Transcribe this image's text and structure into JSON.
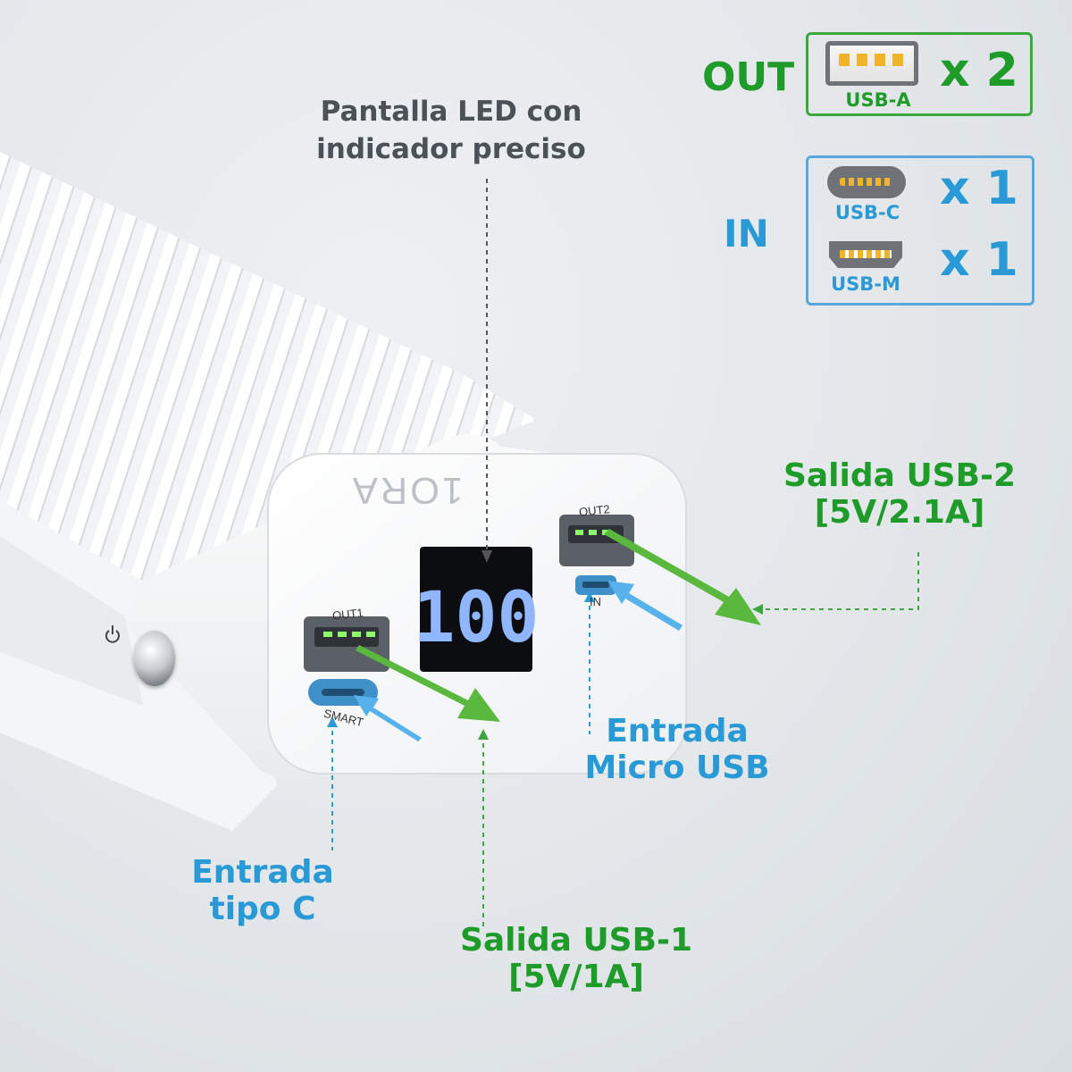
{
  "legend": {
    "out_label": "OUT",
    "out_port": "USB-A",
    "out_count": "x 2",
    "in_label": "IN",
    "in_ports": [
      {
        "name": "USB-C",
        "count": "x 1"
      },
      {
        "name": "USB-M",
        "count": "x 1"
      }
    ]
  },
  "callouts": {
    "display": {
      "line1": "Pantalla LED con",
      "line2": "indicador preciso"
    },
    "usb2": {
      "line1": "Salida USB-2",
      "line2": "[5V/2.1A]"
    },
    "usb1": {
      "line1": "Salida USB-1",
      "line2": "[5V/1A]"
    },
    "type_c": {
      "line1": "Entrada",
      "line2": "tipo C"
    },
    "micro_usb": {
      "line1": "Entrada",
      "line2": "Micro USB"
    }
  },
  "device": {
    "brand": "1ORA",
    "display_value": "100",
    "port_labels": {
      "out1": "OUT1",
      "out2": "OUT2",
      "in": "IN",
      "smart": "SMART"
    }
  },
  "colors": {
    "green": "#1f9b2a",
    "blue": "#2a9ad6",
    "gray_text": "#4b5157",
    "led_digits": "#8fb6ff"
  }
}
